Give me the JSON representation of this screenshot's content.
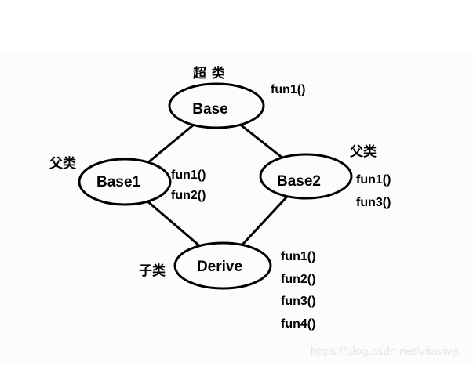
{
  "diagram": {
    "type": "class-inheritance-diamond",
    "nodes": [
      {
        "id": "base",
        "label": "Base",
        "annotation": "超 类",
        "methods": [
          "fun1()"
        ]
      },
      {
        "id": "base1",
        "label": "Base1",
        "annotation": "父类",
        "methods": [
          "fun1()",
          "fun2()"
        ]
      },
      {
        "id": "base2",
        "label": "Base2",
        "annotation": "父类",
        "methods": [
          "fun1()",
          "fun3()"
        ]
      },
      {
        "id": "derive",
        "label": "Derive",
        "annotation": "子类",
        "methods": [
          "fun1()",
          "fun2()",
          "fun3()",
          "fun4()"
        ]
      }
    ],
    "edges": [
      {
        "from": "Base",
        "to": "Base1"
      },
      {
        "from": "Base",
        "to": "Base2"
      },
      {
        "from": "Base1",
        "to": "Derive"
      },
      {
        "from": "Base2",
        "to": "Derive"
      }
    ]
  },
  "watermark": {
    "text": "https://blog.csdn.net/vitaviva"
  },
  "colors": {
    "stroke": "#000000",
    "text": "#000000",
    "background": "#fcfdfa",
    "watermark": "#e6e6e6"
  }
}
